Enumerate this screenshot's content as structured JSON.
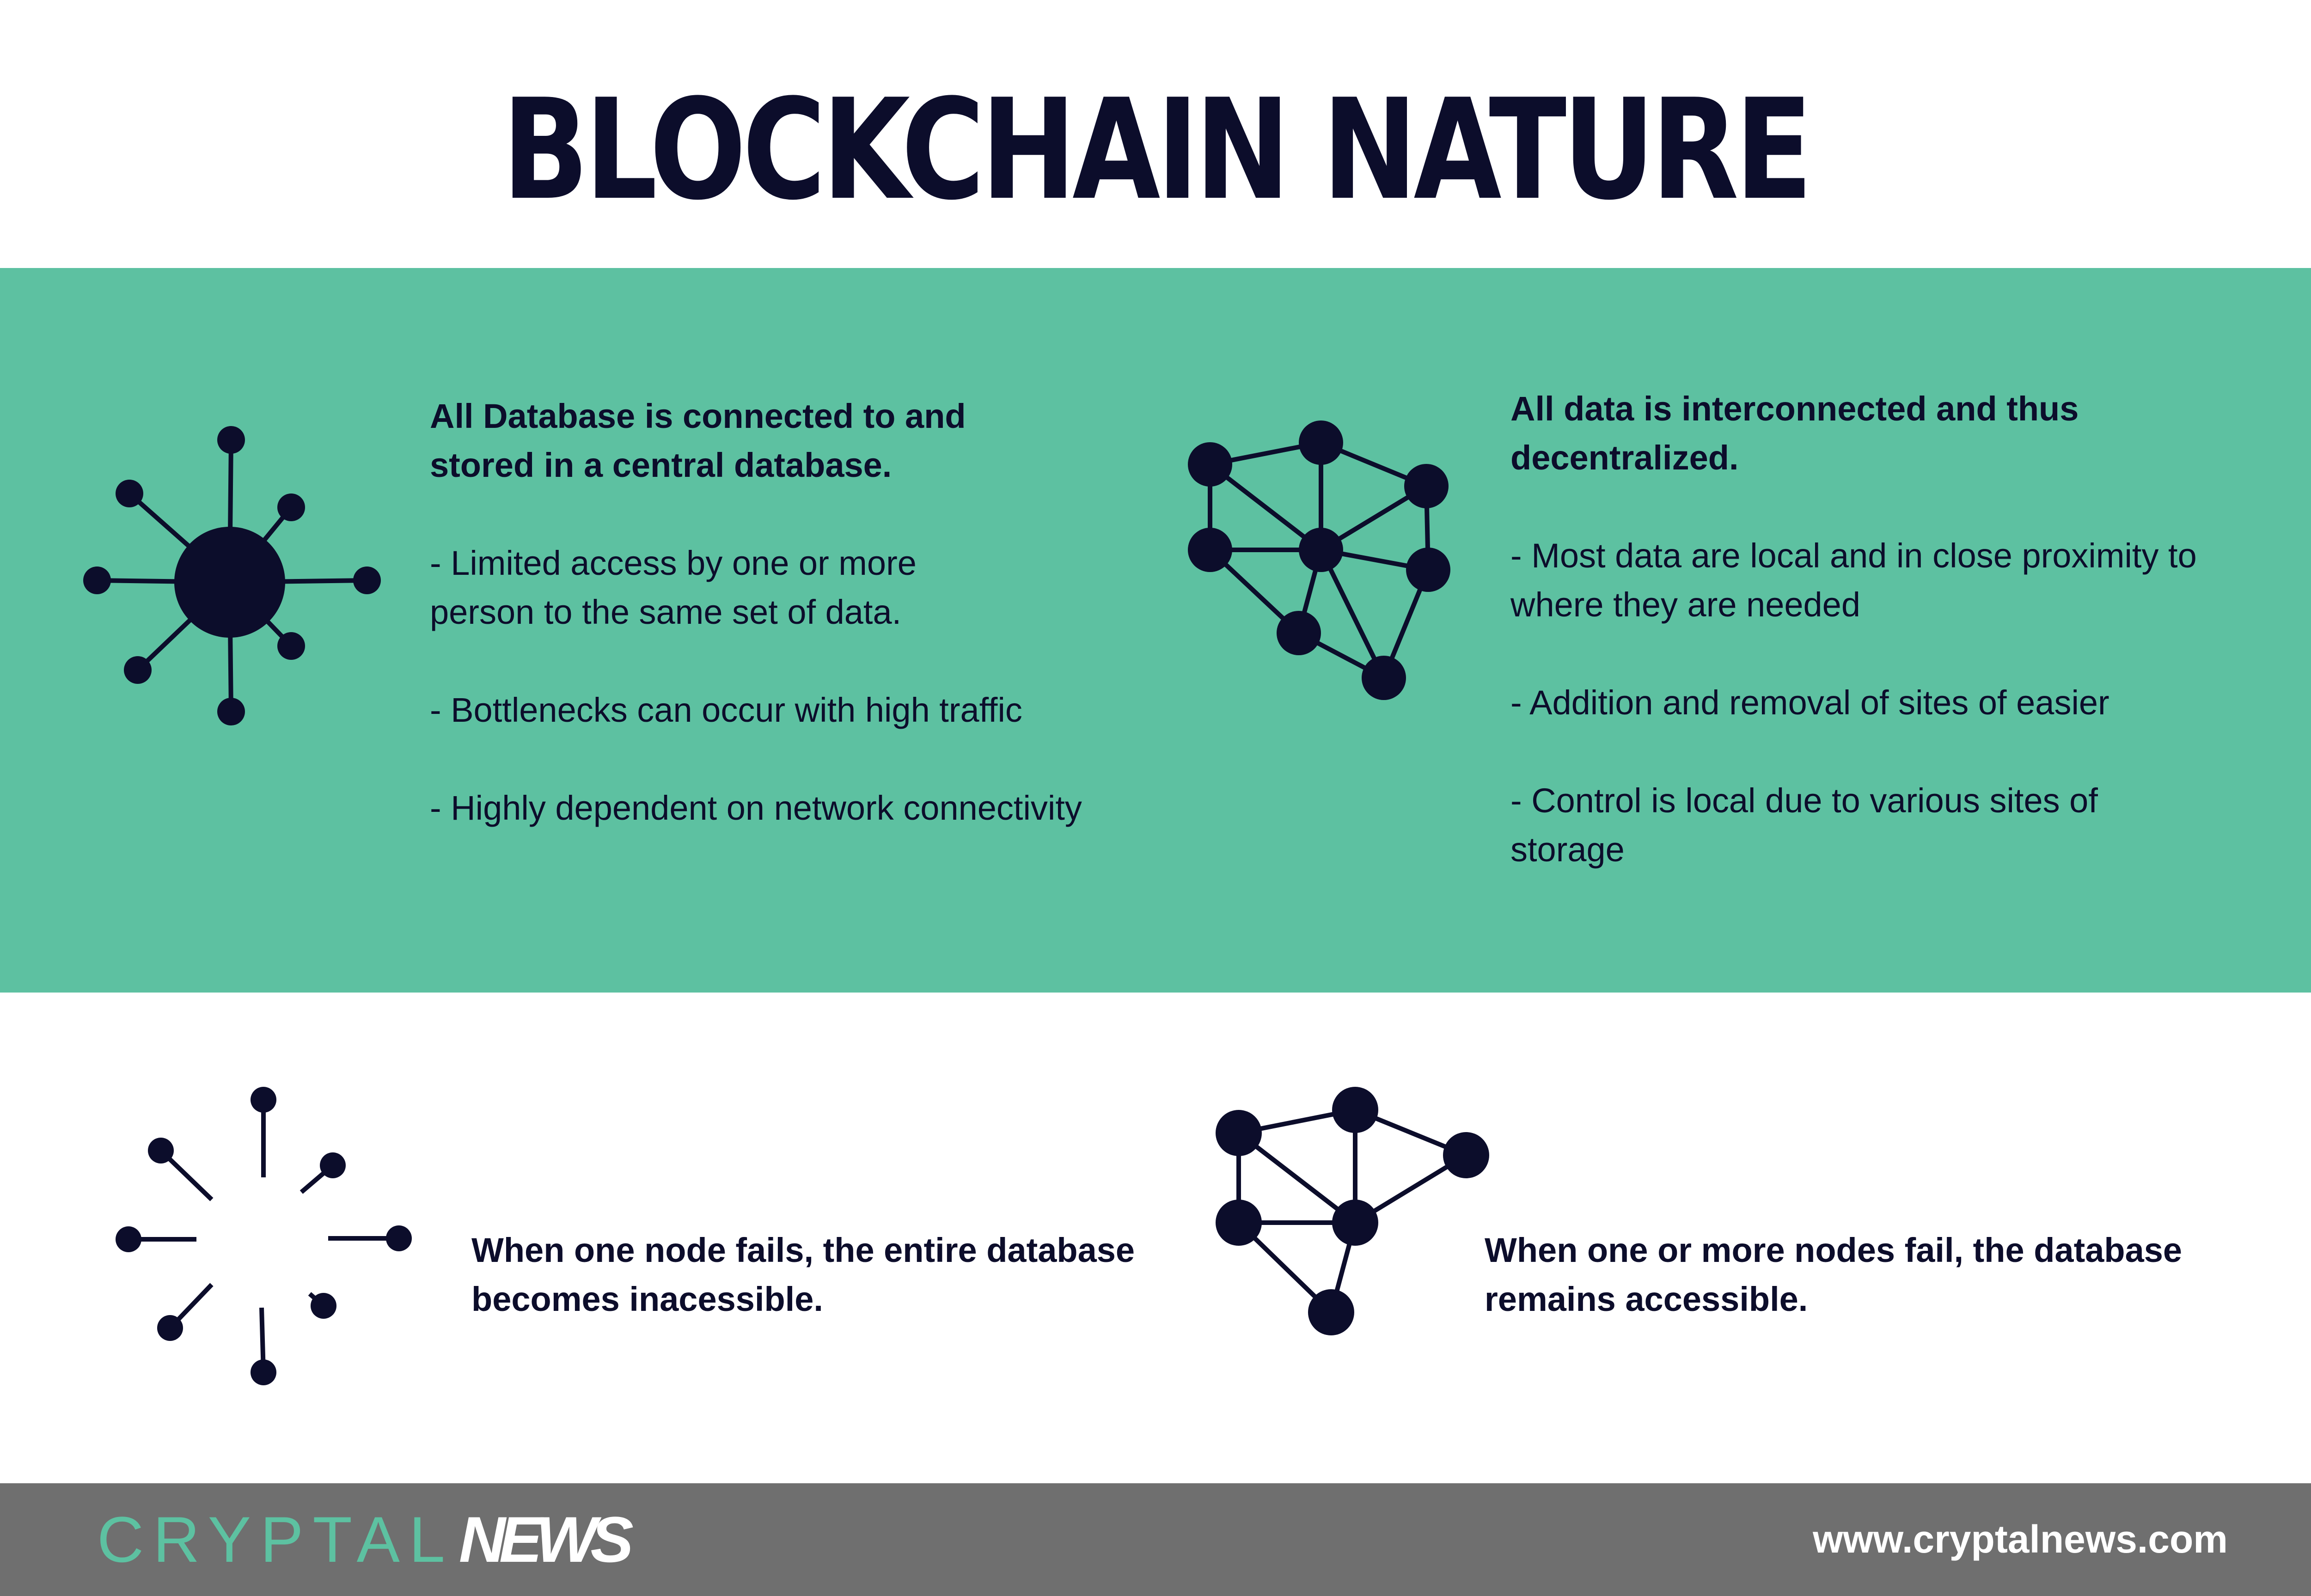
{
  "title": "BLOCKCHAIN NATURE",
  "centralized": {
    "heading": "All Database is connected to and stored in a central database.",
    "points": [
      "- Limited access by one or more person to the same set of data.",
      "- Bottlenecks can occur with high traffic",
      "- Highly dependent on network connectivity"
    ],
    "failure_text": "When one node fails, the entire database becomes inacessible."
  },
  "decentralized": {
    "heading": "All data is interconnected and thus decentralized.",
    "points": [
      "- Most data are local and in close proximity to where they are needed",
      "- Addition and removal of sites of easier",
      "- Control is local due to various sites of storage"
    ],
    "failure_text": "When one or more nodes fail, the database remains accessible."
  },
  "footer": {
    "brand_light": "CRYPTAL",
    "brand_bold": "NEWS",
    "url": "www.cryptalnews.com"
  },
  "colors": {
    "band": "#5dc1a1",
    "ink": "#0c0d2b",
    "footer": "#6f6f6f"
  },
  "icons": {
    "centralized": "hub-network-icon",
    "decentralized": "mesh-network-icon",
    "centralized_failed": "broken-hub-icon",
    "decentralized_failed": "partial-mesh-icon"
  }
}
